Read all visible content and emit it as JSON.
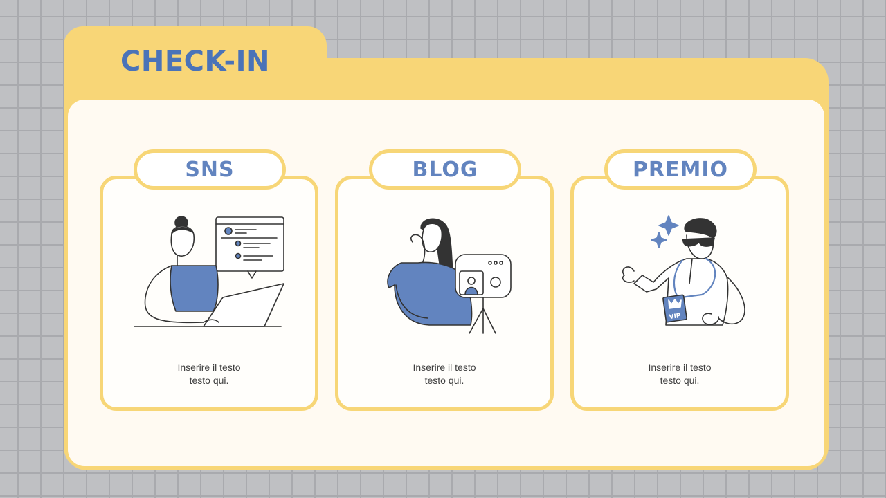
{
  "page": {
    "title": "CHECK-IN"
  },
  "cards": [
    {
      "title": "SNS",
      "line1": "Inserire il testo",
      "line2": "testo qui.",
      "illustration": "laptop-person-social-feed"
    },
    {
      "title": "BLOG",
      "line1": "Inserire il testo",
      "line2": "testo qui.",
      "illustration": "vlogger-camera-tripod"
    },
    {
      "title": "PREMIO",
      "line1": "Inserire il testo",
      "line2": "testo qui.",
      "illustration": "vip-badge-person"
    }
  ],
  "colors": {
    "folder": "#f8d677",
    "accent": "#6284bf",
    "title": "#4a73b8",
    "inner": "#fffaf2",
    "background": "#bfc0c3"
  }
}
